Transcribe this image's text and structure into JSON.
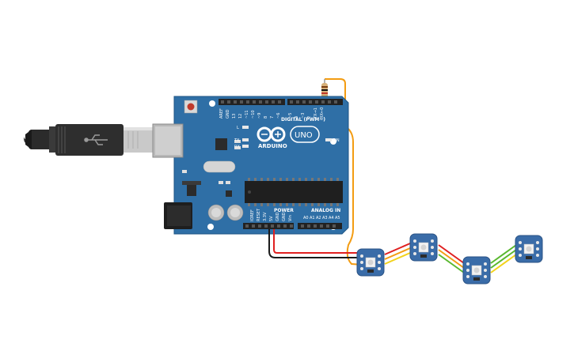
{
  "board": {
    "brand": "ARDUINO",
    "model": "UNO",
    "digital_label": "DIGITAL (PWM~)",
    "power_label": "POWER",
    "analog_label": "ANALOG IN",
    "on_label": "ON",
    "led_l": "L",
    "led_tx": "TX",
    "led_rx": "RX",
    "digital_pins": [
      "AREF",
      "GND",
      "13",
      "12",
      "~11",
      "~10",
      "~9",
      "8",
      "7",
      "~6",
      "~5",
      "4",
      "~3",
      "2",
      "TX→1",
      "RX←0"
    ],
    "power_pins": [
      "IOREF",
      "RESET",
      "3.3V",
      "5V",
      "GND",
      "GND",
      "Vin"
    ],
    "analog_pins": [
      "A0",
      "A1",
      "A2",
      "A3",
      "A4",
      "A5"
    ]
  },
  "colors": {
    "board": "#2f6fa6",
    "board_edge": "#1f5585",
    "header": "#222222",
    "wire_orange": "#f39c12",
    "wire_red": "#e02020",
    "wire_black": "#1a1a1a",
    "wire_yellow": "#f2d21b",
    "wire_green": "#5ab82f",
    "pixel": "#3a6ca8"
  }
}
